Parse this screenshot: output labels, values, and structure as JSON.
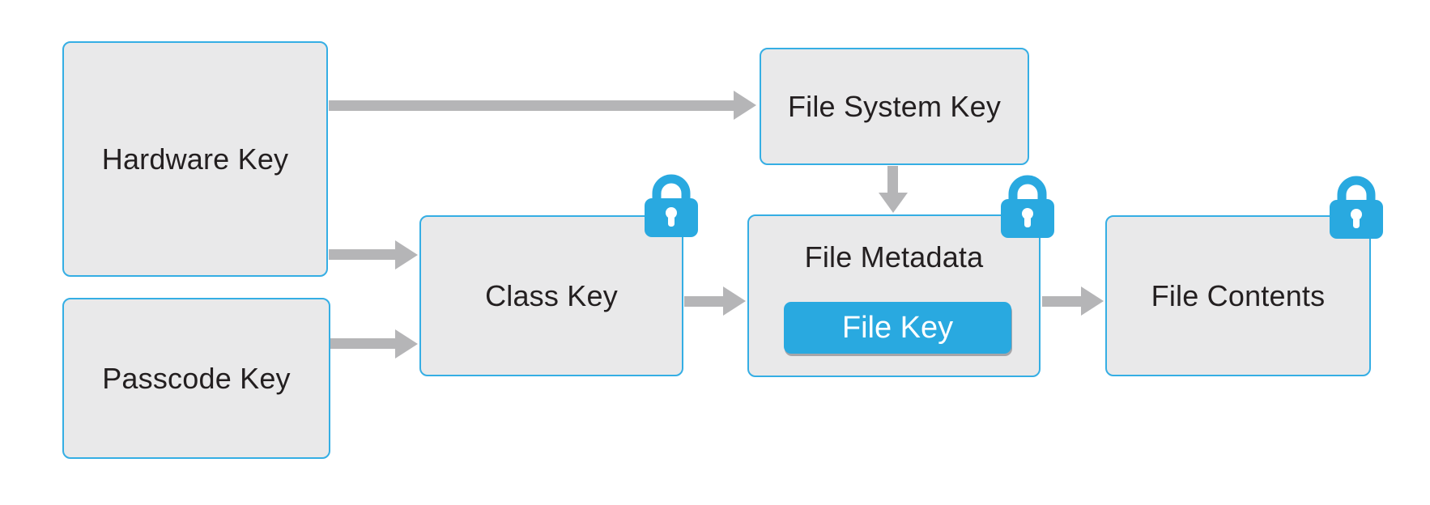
{
  "diagram": {
    "description": "Key hierarchy flow diagram",
    "nodes": {
      "hardware_key": {
        "label": "Hardware Key",
        "locked": false
      },
      "passcode_key": {
        "label": "Passcode Key",
        "locked": false
      },
      "class_key": {
        "label": "Class Key",
        "locked": true
      },
      "file_system_key": {
        "label": "File System Key",
        "locked": false
      },
      "file_metadata": {
        "label": "File Metadata",
        "locked": true
      },
      "file_key": {
        "label": "File Key"
      },
      "file_contents": {
        "label": "File Contents",
        "locked": true
      }
    },
    "edges": [
      {
        "from": "hardware_key",
        "to": "file_system_key",
        "direction": "right"
      },
      {
        "from": "hardware_key",
        "to": "class_key",
        "direction": "right"
      },
      {
        "from": "passcode_key",
        "to": "class_key",
        "direction": "right"
      },
      {
        "from": "class_key",
        "to": "file_metadata",
        "direction": "right"
      },
      {
        "from": "file_system_key",
        "to": "file_metadata",
        "direction": "down"
      },
      {
        "from": "file_metadata",
        "to": "file_contents",
        "direction": "right"
      }
    ],
    "icons": {
      "lock": "padlock-icon"
    }
  },
  "colors": {
    "accent_blue": "#29a9e0",
    "box_border_blue": "#35aee4",
    "box_fill_gray": "#e9e9ea",
    "arrow_gray": "#b5b5b7",
    "text_black": "#231f20",
    "background": "#ffffff",
    "keyhole_white": "#ffffff",
    "file_key_text": "#ffffff"
  }
}
